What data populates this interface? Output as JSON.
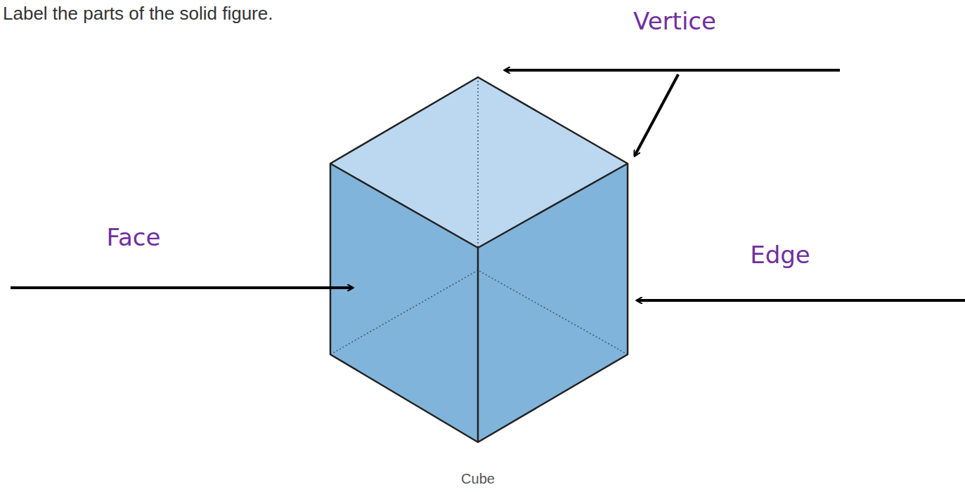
{
  "diagram": {
    "title": "Label the parts of the solid figure.",
    "caption": "Cube",
    "labels": [
      "Vertice",
      "Face",
      "Edge"
    ]
  }
}
